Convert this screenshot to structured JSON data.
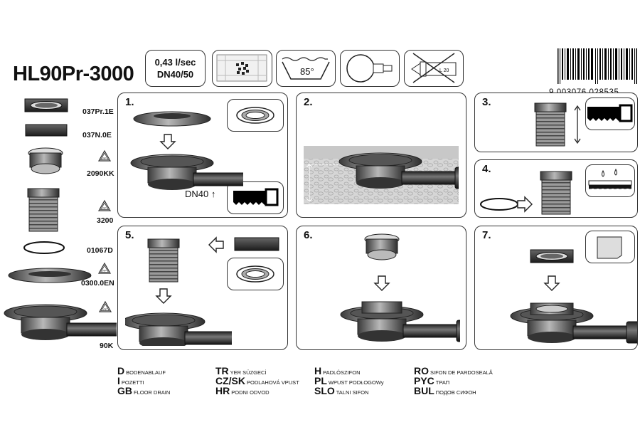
{
  "product": {
    "model": "HL90Pr-3000"
  },
  "specs": {
    "flow_rate": "0,43 l/sec",
    "dimension": "DN40/50",
    "temperature": "85°",
    "tape_label": "L 20"
  },
  "barcode": {
    "digits": "9 003076 028535"
  },
  "parts": [
    {
      "code": "037Pr.1E"
    },
    {
      "code": "037N.0E"
    },
    {
      "code": "2090KK"
    },
    {
      "code": "3200"
    },
    {
      "code": "01067D"
    },
    {
      "code": "0300.0EN"
    },
    {
      "code": "90K"
    }
  ],
  "recycle_label": "PP",
  "steps": [
    {
      "number": "1."
    },
    {
      "number": "2."
    },
    {
      "number": "3."
    },
    {
      "number": "4."
    },
    {
      "number": "5."
    },
    {
      "number": "6."
    },
    {
      "number": "7."
    }
  ],
  "step1": {
    "dn_label": "DN40"
  },
  "languages": [
    {
      "code": "D",
      "text": "BODENABLAUF"
    },
    {
      "code": "I",
      "text": "POZETTI"
    },
    {
      "code": "GB",
      "text": "FLOOR DRAIN"
    },
    {
      "code": "TR",
      "text": "YER SÜZGECİ"
    },
    {
      "code": "CZ/SK",
      "text": "PODLAHOVÁ VPUST"
    },
    {
      "code": "HR",
      "text": "PODNI ODVOD"
    },
    {
      "code": "H",
      "text": "PADLÓSZIFON"
    },
    {
      "code": "PL",
      "text": "WPUST PODŁOGOWy"
    },
    {
      "code": "SLO",
      "text": "TALNI SIFON"
    },
    {
      "code": "RO",
      "text": "SIFON DE PARDOSEALĂ"
    },
    {
      "code": "PYC",
      "text": "ТРАП"
    },
    {
      "code": "BUL",
      "text": "ПОДОВ СИФОН"
    }
  ]
}
